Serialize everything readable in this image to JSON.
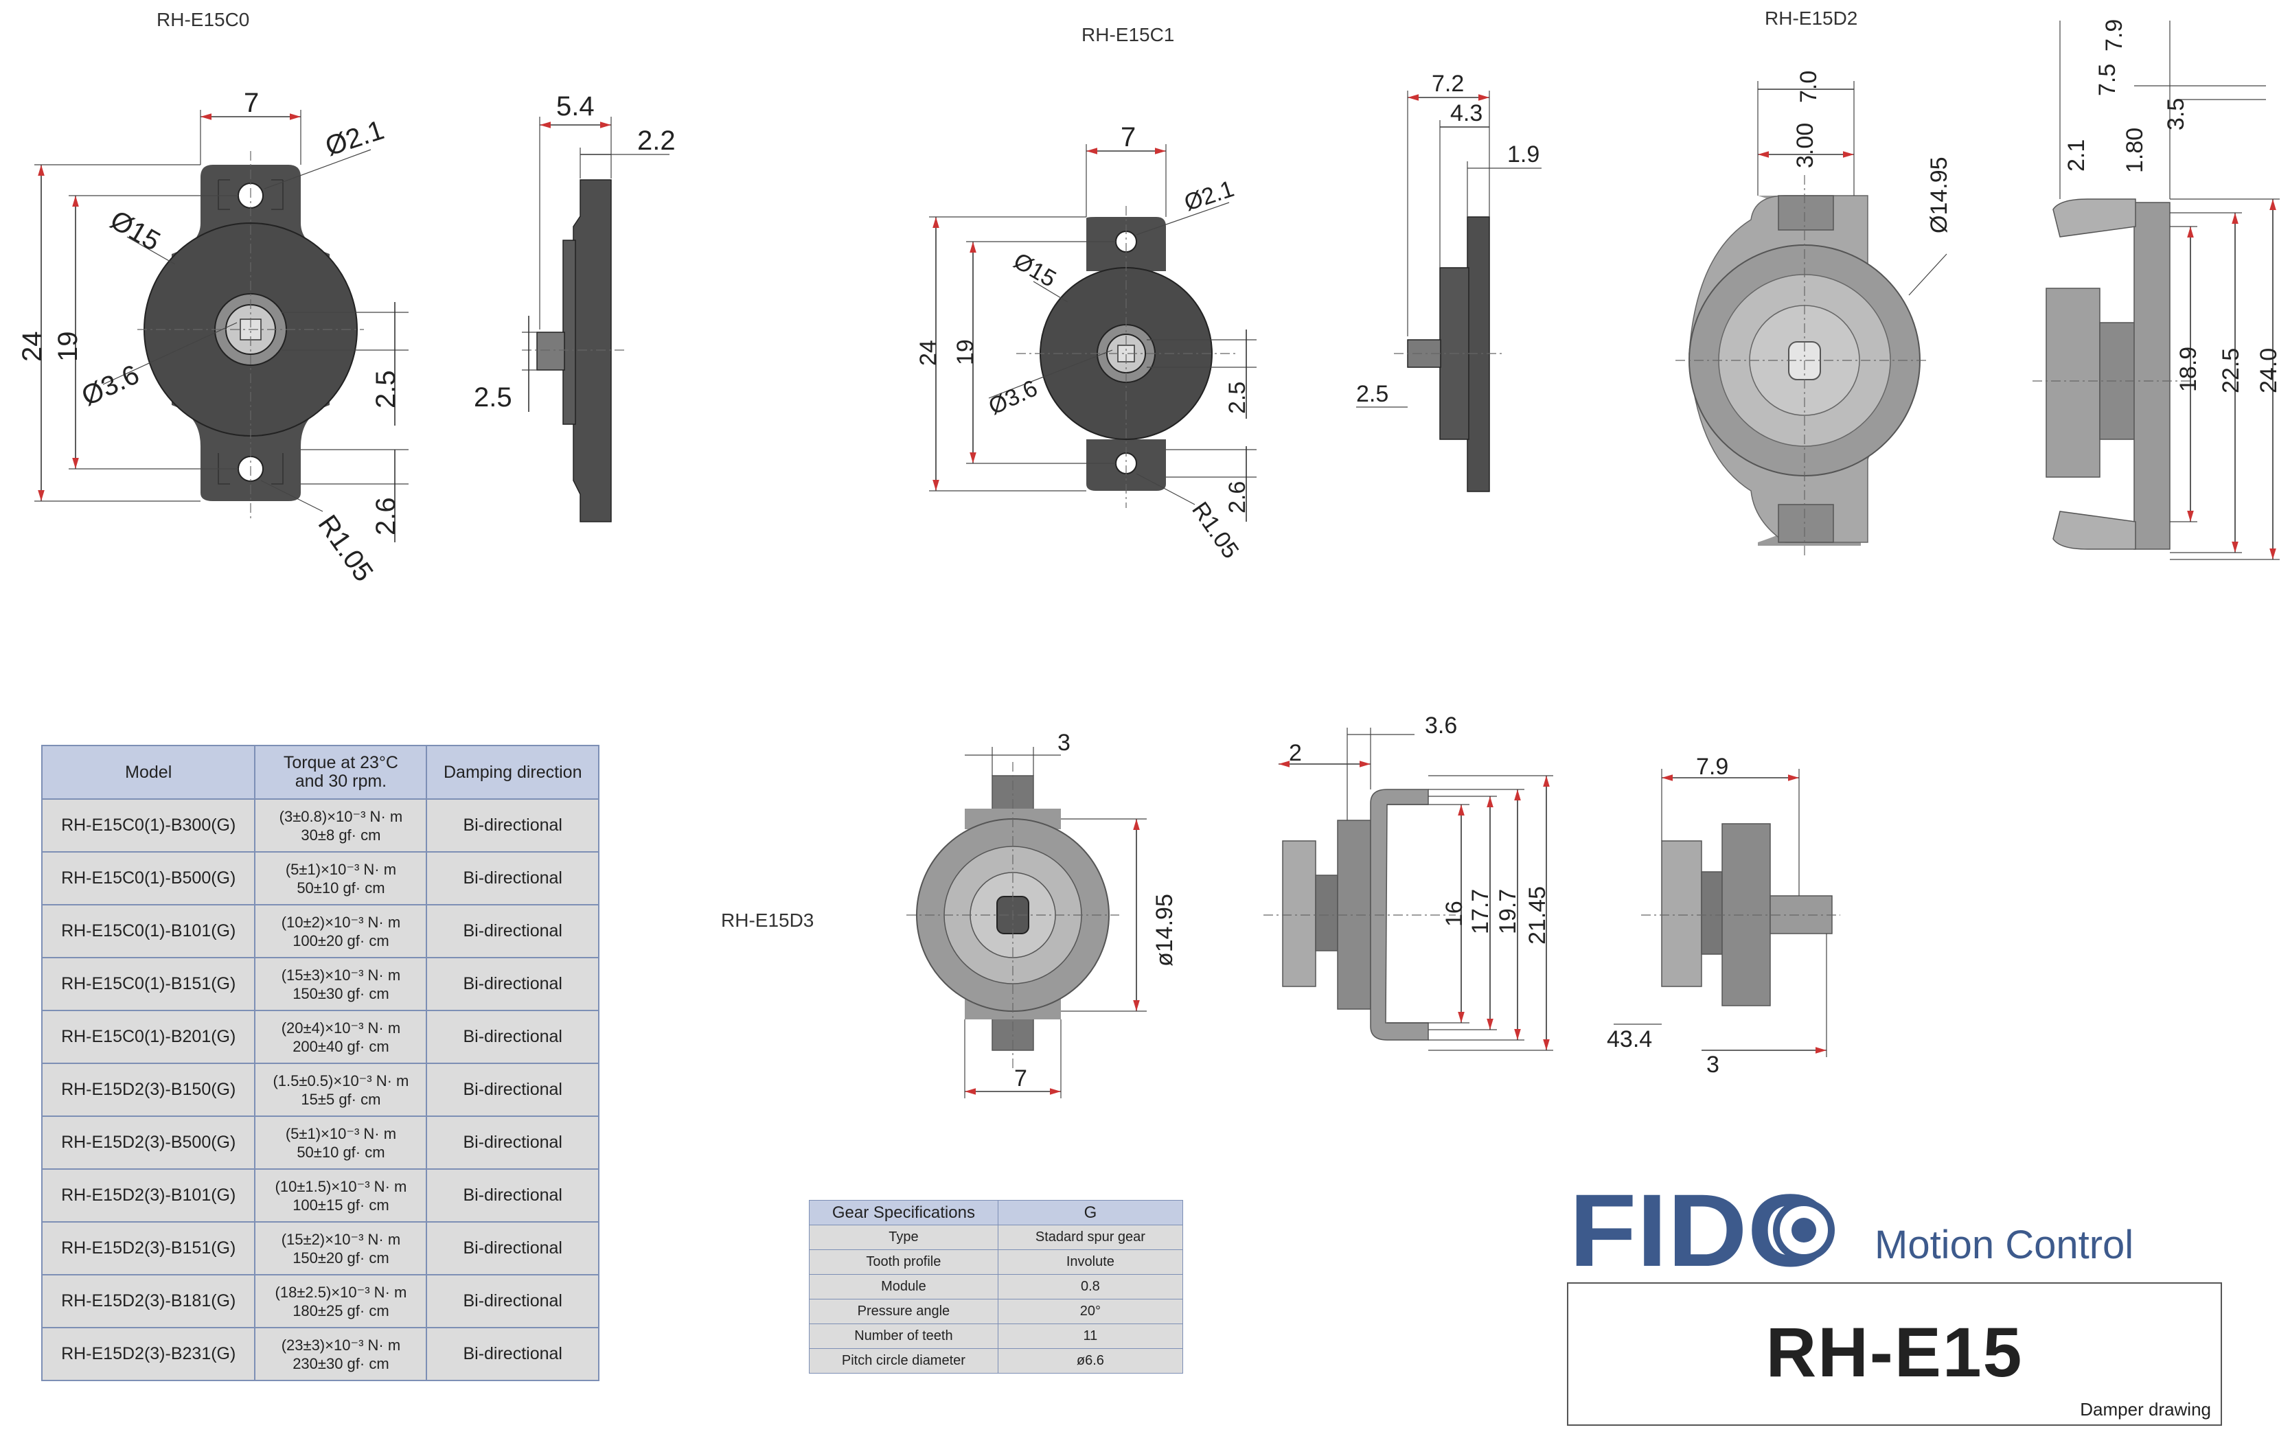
{
  "views": {
    "c0": {
      "label": "RH-E15C0",
      "dims": {
        "width_7": "7",
        "hole": "Ø2.1",
        "outer": "Ø15",
        "height_24": "24",
        "height_19": "19",
        "bore": "Ø3.6",
        "dim_25": "2.5",
        "dim_26": "2.6",
        "radius": "R1.05"
      },
      "side_dims": {
        "d54": "5.4",
        "d22": "2.2",
        "d25": "2.5"
      }
    },
    "c1": {
      "label": "RH-E15C1",
      "dims": {
        "width_7": "7",
        "hole": "Ø2.1",
        "outer": "Ø15",
        "height_24": "24",
        "height_19": "19",
        "bore": "Ø3.6",
        "dim_25": "2.5",
        "dim_26": "2.6",
        "radius": "R1.05"
      },
      "side_dims": {
        "d72": "7.2",
        "d43": "4.3",
        "d19": "1.9",
        "d25": "2.5"
      }
    },
    "d2": {
      "label": "RH-E15D2",
      "dims": {
        "d70": "7.0",
        "d300": "3.00",
        "d1495": "Ø14.95"
      },
      "side_dims": {
        "d79": "7.9",
        "d75": "7.5",
        "d35": "3.5",
        "d21": "2.1",
        "d180": "1.80",
        "d189": "18.9",
        "d225": "22.5",
        "d240": "24.0"
      }
    },
    "d3": {
      "label": "RH-E15D3",
      "dims": {
        "d3": "3",
        "d1495": "ø14.95",
        "d7": "7"
      },
      "side1_dims": {
        "d2": "2",
        "d36": "3.6",
        "d16": "16",
        "d177": "17.7",
        "d197": "19.7",
        "d2145": "21.45"
      },
      "side2_dims": {
        "d79": "7.9",
        "d434": "43.4",
        "d3": "3"
      }
    }
  },
  "model_table": {
    "headers": [
      "Model",
      "Torque at 23°C\nand 30 rpm.",
      "Damping direction"
    ],
    "rows": [
      {
        "model": "RH-E15C0(1)-B300(G)",
        "torque_nm": "(3±0.8)×10⁻³ N· m",
        "torque_gf": "30±8 gf· cm",
        "direction": "Bi-directional"
      },
      {
        "model": "RH-E15C0(1)-B500(G)",
        "torque_nm": "(5±1)×10⁻³ N· m",
        "torque_gf": "50±10 gf· cm",
        "direction": "Bi-directional"
      },
      {
        "model": "RH-E15C0(1)-B101(G)",
        "torque_nm": "(10±2)×10⁻³ N· m",
        "torque_gf": "100±20 gf· cm",
        "direction": "Bi-directional"
      },
      {
        "model": "RH-E15C0(1)-B151(G)",
        "torque_nm": "(15±3)×10⁻³ N· m",
        "torque_gf": "150±30 gf· cm",
        "direction": "Bi-directional"
      },
      {
        "model": "RH-E15C0(1)-B201(G)",
        "torque_nm": "(20±4)×10⁻³ N· m",
        "torque_gf": "200±40 gf· cm",
        "direction": "Bi-directional"
      },
      {
        "model": "RH-E15D2(3)-B150(G)",
        "torque_nm": "(1.5±0.5)×10⁻³ N· m",
        "torque_gf": "15±5 gf· cm",
        "direction": "Bi-directional"
      },
      {
        "model": "RH-E15D2(3)-B500(G)",
        "torque_nm": "(5±1)×10⁻³ N· m",
        "torque_gf": "50±10 gf· cm",
        "direction": "Bi-directional"
      },
      {
        "model": "RH-E15D2(3)-B101(G)",
        "torque_nm": "(10±1.5)×10⁻³ N· m",
        "torque_gf": "100±15 gf· cm",
        "direction": "Bi-directional"
      },
      {
        "model": "RH-E15D2(3)-B151(G)",
        "torque_nm": "(15±2)×10⁻³ N· m",
        "torque_gf": "150±20 gf· cm",
        "direction": "Bi-directional"
      },
      {
        "model": "RH-E15D2(3)-B181(G)",
        "torque_nm": "(18±2.5)×10⁻³ N· m",
        "torque_gf": "180±25 gf· cm",
        "direction": "Bi-directional"
      },
      {
        "model": "RH-E15D2(3)-B231(G)",
        "torque_nm": "(23±3)×10⁻³ N· m",
        "torque_gf": "230±30 gf· cm",
        "direction": "Bi-directional"
      }
    ]
  },
  "gear_table": {
    "header_label": "Gear Specifications",
    "header_value": "G",
    "rows": [
      {
        "label": "Type",
        "value": "Stadard spur gear"
      },
      {
        "label": "Tooth profile",
        "value": "Involute"
      },
      {
        "label": "Module",
        "value": "0.8"
      },
      {
        "label": "Pressure angle",
        "value": "20°"
      },
      {
        "label": "Number of teeth",
        "value": "11"
      },
      {
        "label": "Pitch circle diameter",
        "value": "ø6.6"
      }
    ]
  },
  "brand": {
    "logo_text": "FIDO",
    "tagline": "Motion Control",
    "colors": {
      "brand": "#3d5a8c",
      "part_dark": "#4e4e4e",
      "part_mid": "#8a8a8a",
      "part_light": "#b5b5b5",
      "table_header": "#c4cde3",
      "table_cell": "#dcdcdc"
    }
  },
  "title_block": {
    "title": "RH-E15",
    "subtitle": "Damper drawing"
  }
}
